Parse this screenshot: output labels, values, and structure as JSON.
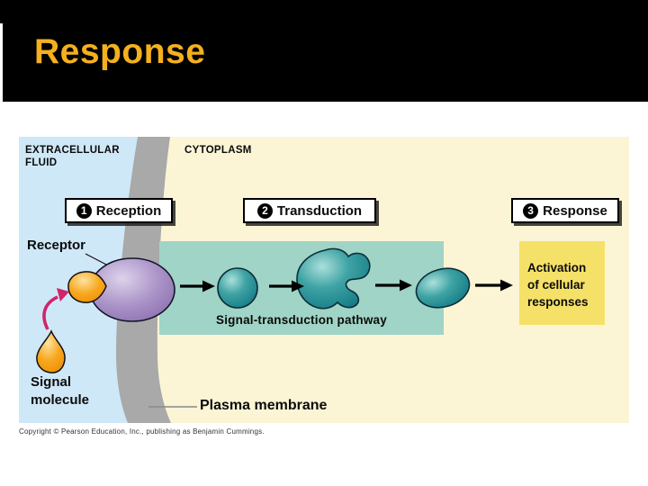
{
  "slide": {
    "title": "Response"
  },
  "colors": {
    "banner_bg": "#000000",
    "title_text": "#F5B01E",
    "extracellular_fluid_bg": "#CFE8F7",
    "cytoplasm_bg": "#FBF5D5",
    "membrane_gray": "#A9A9A9",
    "pathway_box_bg": "#A0D4C6",
    "activation_box_bg": "#F6E168",
    "relay_molecule_teal": "#127A86",
    "receptor_purple": "#A78FC6",
    "signal_molecule_orange": "#F7A81E",
    "binding_arrow_pink": "#D0246A"
  },
  "diagram": {
    "region_labels": {
      "extracellular_line1": "EXTRACELLULAR",
      "extracellular_line2": "FLUID",
      "cytoplasm": "CYTOPLASM"
    },
    "steps": [
      {
        "number": "1",
        "label": "Reception"
      },
      {
        "number": "2",
        "label": "Transduction"
      },
      {
        "number": "3",
        "label": "Response"
      }
    ],
    "labels": {
      "receptor": "Receptor",
      "signal_molecule_line1": "Signal",
      "signal_molecule_line2": "molecule",
      "plasma_membrane": "Plasma membrane",
      "pathway_caption": "Signal-transduction pathway"
    },
    "activation_box": {
      "line1": "Activation",
      "line2": "of cellular",
      "line3": "responses"
    }
  },
  "footer": {
    "copyright": "Copyright © Pearson Education, Inc., publishing as Benjamin Cummings."
  }
}
